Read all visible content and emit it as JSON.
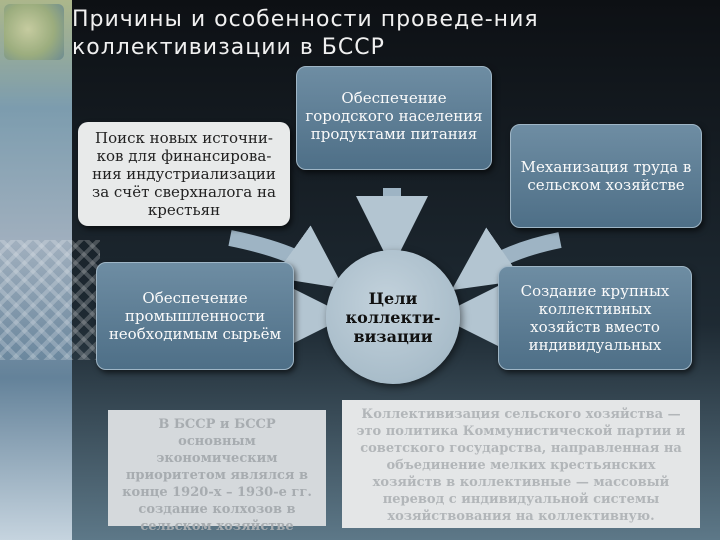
{
  "title": "Причины и особенности проведе-ния коллективизации в БССР",
  "center": "Цели коллекти-визации",
  "boxes": {
    "finance": "Поиск новых источни-ков для финансирова-ния индустриализации за счёт сверхналога на крестьян",
    "food": "Обеспечение городского населения продуктами питания",
    "mechanization": "Механизация труда в сельском хозяйстве",
    "raw": "Обеспечение промышленности необходимым сырьём",
    "farms": "Создание крупных коллективных хозяйств вместо индивидуальных"
  },
  "faded": {
    "left": "В БССР и БССР основным экономическим приоритетом являлся в конце 1920-х – 1930-е гг. создание колхозов в сельском хозяйстве",
    "right": "Коллективизация сельского хозяйства — это политика Коммунистической партии и советского государства, направленная на объединение мелких крестьянских хозяйств в коллективные — массовый перевод с индивидуальной системы хозяйствования на коллективную."
  },
  "colors": {
    "accent": "#6f8da3",
    "arrow": "#9eb4c4",
    "light_box": "#e8eaea"
  }
}
